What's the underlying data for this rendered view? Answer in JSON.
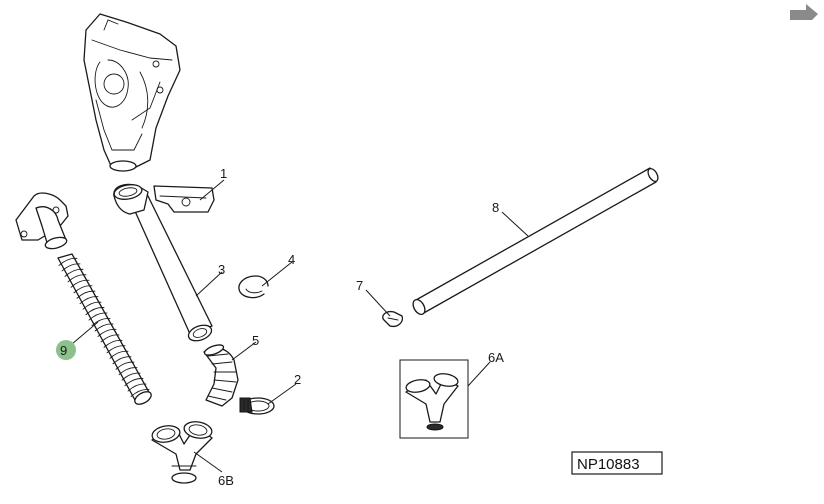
{
  "callouts": {
    "c1": "1",
    "c2": "2",
    "c3": "3",
    "c4": "4",
    "c5": "5",
    "c6a": "6A",
    "c6b": "6B",
    "c7": "7",
    "c8": "8",
    "c9": "9"
  },
  "highlight_color": "#8cc08c",
  "reference_number": "NP10883",
  "icons": {
    "corner": "back-arrow-icon"
  }
}
